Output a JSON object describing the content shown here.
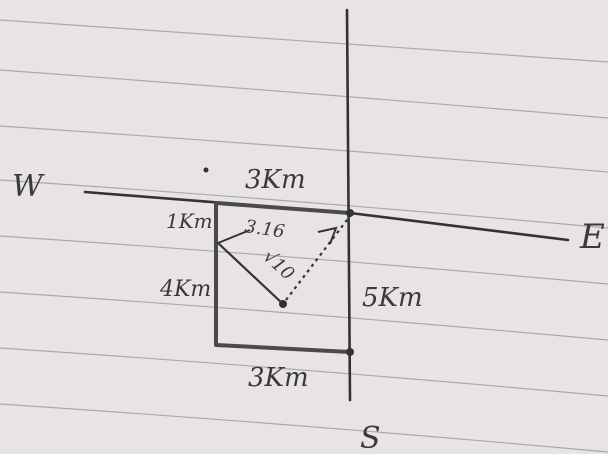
{
  "sheet": {
    "kind": "handwritten notebook page, ruled lines",
    "ink_color": "#3a3a3a",
    "paper_color": "#e7e4e3",
    "rule_color": "#a9a9b0"
  },
  "compass": {
    "west": "W",
    "east": "E",
    "south": "S"
  },
  "labels": {
    "top_distance": "3Km",
    "left_upper_distance": "1Km",
    "left_lower_distance": "4Km",
    "right_distance": "5Km",
    "bottom_distance": "3Km",
    "diagonal_short": "3.16",
    "diagonal_long": "√10"
  }
}
